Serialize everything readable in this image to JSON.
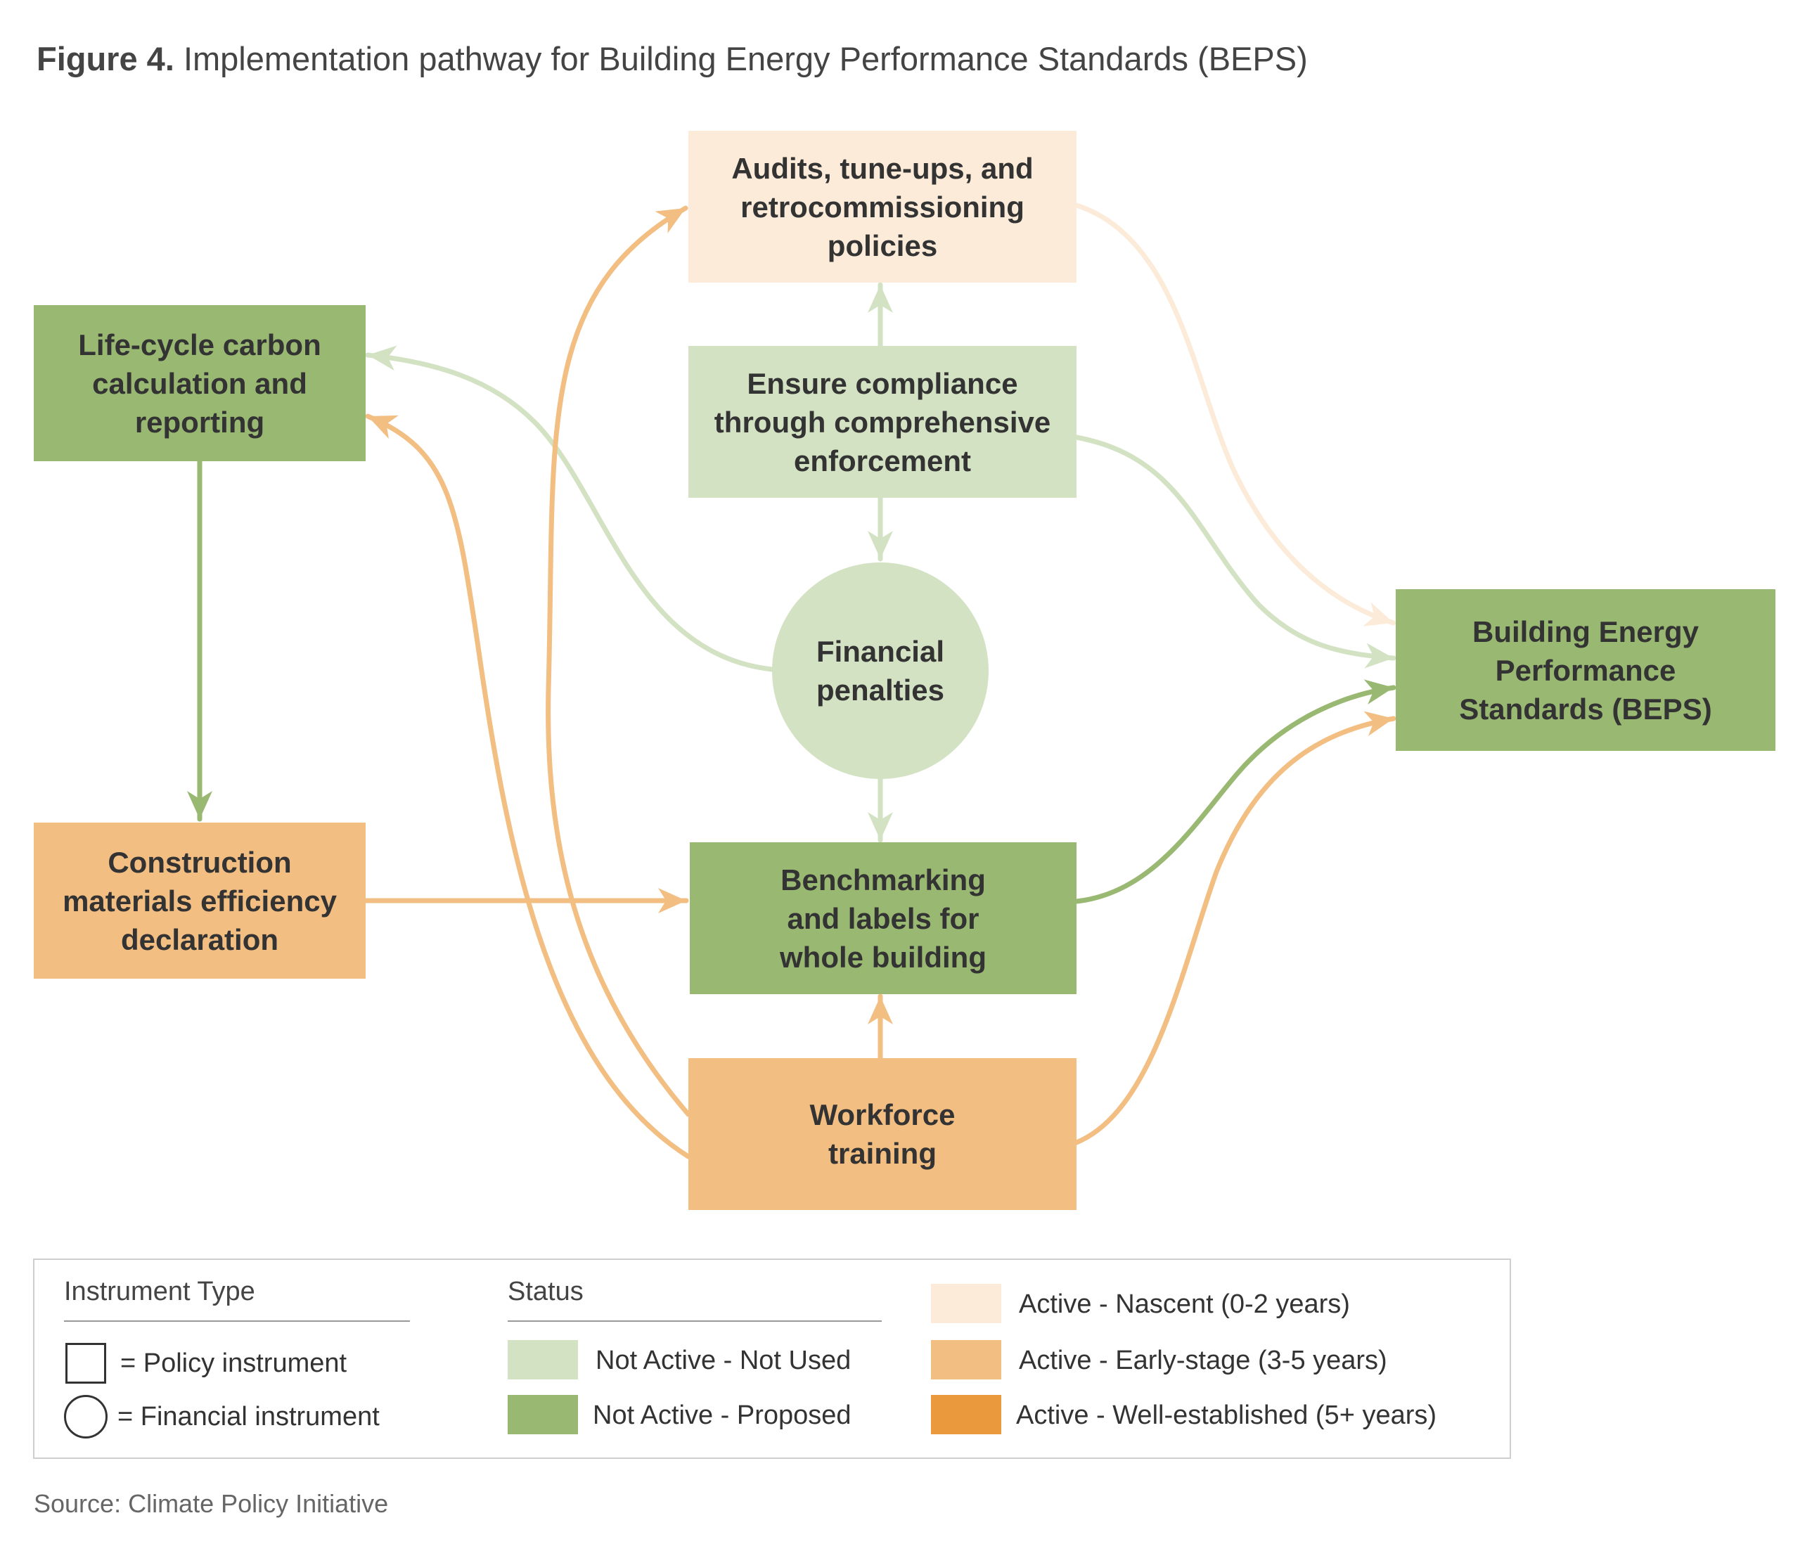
{
  "title": {
    "label": "Figure 4.",
    "text": "Implementation pathway for Building Energy Performance Standards (BEPS)"
  },
  "colors": {
    "not_used": "#d4e2c4",
    "proposed": "#99b872",
    "nascent": "#fbebd8",
    "early_stage": "#f2be82",
    "well_established": "#ea9a3c"
  },
  "nodes": {
    "audits": {
      "label": "Audits, tune-ups, and\nretrocommissioning\npolicies",
      "shape": "rectangle",
      "status": "nascent"
    },
    "compliance": {
      "label": "Ensure compliance\nthrough comprehensive\nenforcement",
      "shape": "rectangle",
      "status": "not_used"
    },
    "penalties": {
      "label": "Financial\npenalties",
      "shape": "circle",
      "status": "not_used"
    },
    "lifecycle": {
      "label": "Life-cycle carbon\ncalculation and\nreporting",
      "shape": "rectangle",
      "status": "proposed"
    },
    "construction": {
      "label": "Construction\nmaterials efficiency\ndeclaration",
      "shape": "rectangle",
      "status": "early_stage"
    },
    "benchmarking": {
      "label": "Benchmarking\nand labels for\nwhole building",
      "shape": "rectangle",
      "status": "proposed"
    },
    "workforce": {
      "label": "Workforce\ntraining",
      "shape": "rectangle",
      "status": "early_stage"
    },
    "beps": {
      "label": "Building Energy\nPerformance\nStandards (BEPS)",
      "shape": "rectangle",
      "status": "proposed"
    }
  },
  "edges": [
    {
      "from": "compliance",
      "to": "audits",
      "status": "not_used"
    },
    {
      "from": "compliance",
      "to": "penalties",
      "status": "not_used"
    },
    {
      "from": "penalties",
      "to": "benchmarking",
      "status": "not_used"
    },
    {
      "from": "penalties",
      "to": "lifecycle",
      "status": "not_used"
    },
    {
      "from": "lifecycle",
      "to": "construction",
      "status": "proposed"
    },
    {
      "from": "construction",
      "to": "benchmarking",
      "status": "early_stage"
    },
    {
      "from": "workforce",
      "to": "benchmarking",
      "status": "early_stage"
    },
    {
      "from": "workforce",
      "to": "audits",
      "status": "early_stage"
    },
    {
      "from": "workforce",
      "to": "lifecycle",
      "status": "early_stage"
    },
    {
      "from": "audits",
      "to": "beps",
      "status": "nascent"
    },
    {
      "from": "compliance",
      "to": "beps",
      "status": "not_used"
    },
    {
      "from": "benchmarking",
      "to": "beps",
      "status": "proposed"
    },
    {
      "from": "workforce",
      "to": "beps",
      "status": "early_stage"
    }
  ],
  "legend": {
    "instrument_heading": "Instrument Type",
    "policy_label": "= Policy instrument",
    "financial_label": "= Financial instrument",
    "status_heading": "Status",
    "not_used_label": "Not Active - Not Used",
    "proposed_label": "Not Active - Proposed",
    "nascent_label": "Active - Nascent (0-2 years)",
    "early_stage_label": "Active - Early-stage (3-5 years)",
    "well_established_label": "Active - Well-established (5+ years)"
  },
  "source": "Source: Climate Policy Initiative"
}
